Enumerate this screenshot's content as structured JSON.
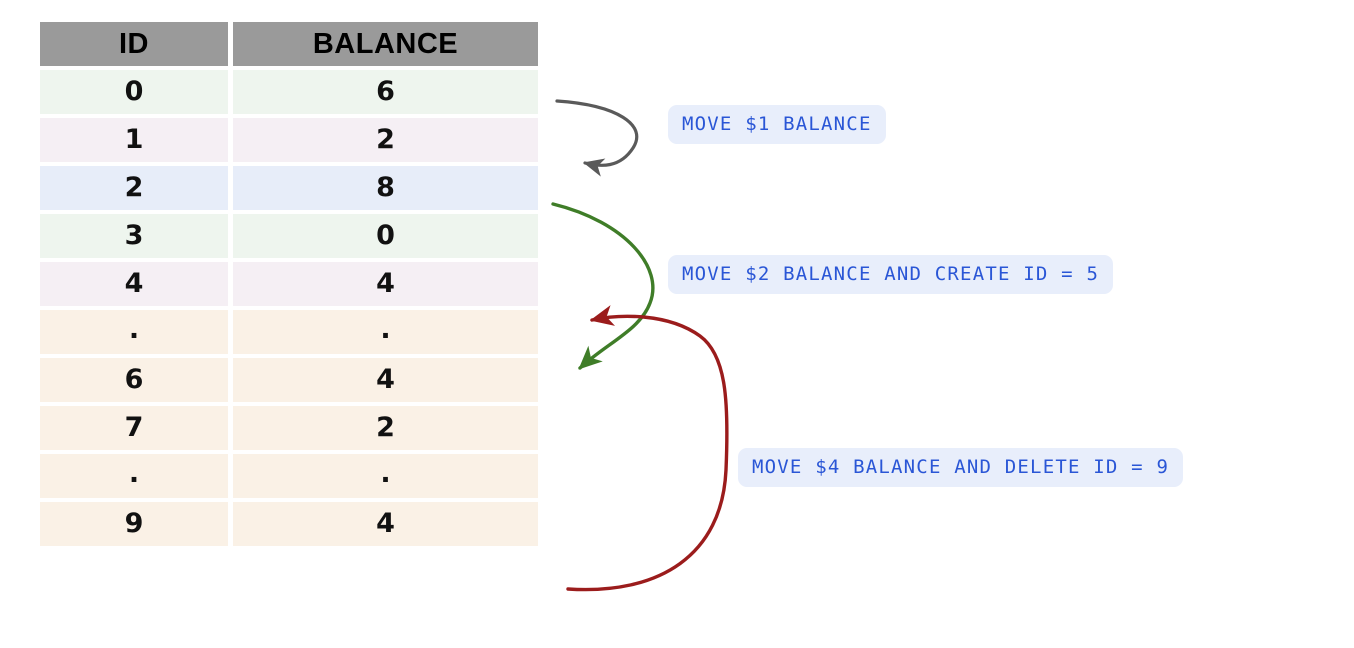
{
  "table": {
    "columns": [
      "ID",
      "BALANCE"
    ],
    "rows": [
      {
        "id": "0",
        "balance": "6",
        "color": "c-green"
      },
      {
        "id": "1",
        "balance": "2",
        "color": "c-pink"
      },
      {
        "id": "2",
        "balance": "8",
        "color": "c-blue"
      },
      {
        "id": "3",
        "balance": "0",
        "color": "c-green"
      },
      {
        "id": "4",
        "balance": "4",
        "color": "c-pink"
      },
      {
        "id": ".",
        "balance": ".",
        "color": "c-cream"
      },
      {
        "id": "6",
        "balance": "4",
        "color": "c-cream"
      },
      {
        "id": "7",
        "balance": "2",
        "color": "c-cream"
      },
      {
        "id": ".",
        "balance": ".",
        "color": "c-cream"
      },
      {
        "id": "9",
        "balance": "4",
        "color": "c-cream"
      }
    ]
  },
  "annotations": [
    {
      "label": "MOVE $1 BALANCE",
      "arrow_color": "#5a5a5a"
    },
    {
      "label": "MOVE $2 BALANCE AND CREATE ID = 5",
      "arrow_color": "#3f7d28"
    },
    {
      "label": "MOVE $4 BALANCE AND DELETE ID = 9",
      "arrow_color": "#9b1c1c"
    }
  ],
  "colors": {
    "header_bg": "#9a9a9a",
    "row_green": "#eef5ee",
    "row_pink": "#f5eff4",
    "row_blue": "#e7edf9",
    "row_cream": "#faf1e6",
    "pill_bg": "#e8eefb",
    "pill_text": "#2a56d6",
    "page_bg": "#ffffff"
  }
}
